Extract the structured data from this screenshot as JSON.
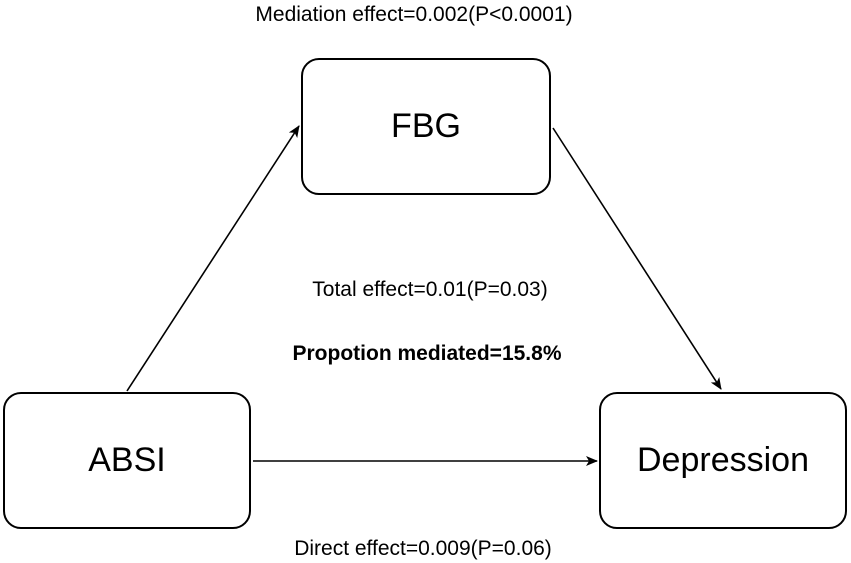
{
  "nodes": {
    "mediator": "FBG",
    "exposure": "ABSI",
    "outcome": "Depression"
  },
  "labels": {
    "mediation_effect": "Mediation effect=0.002(P<0.0001)",
    "total_effect": "Total effect=0.01(P=0.03)",
    "proportion_mediated": "Propotion mediated=15.8%",
    "direct_effect": "Direct effect=0.009(P=0.06)"
  },
  "colors": {
    "stroke": "#000000",
    "background": "#ffffff"
  }
}
